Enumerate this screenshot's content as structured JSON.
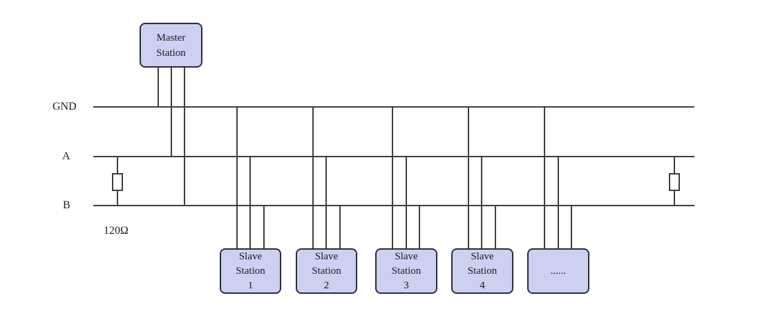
{
  "diagram": {
    "type": "bus-wiring-diagram",
    "bus_lines": [
      {
        "id": "gnd",
        "label": "GND"
      },
      {
        "id": "a",
        "label": "A"
      },
      {
        "id": "b",
        "label": "B"
      }
    ],
    "termination_resistor_label": "120Ω",
    "master_station": {
      "label": [
        "Master",
        "Station"
      ]
    },
    "slave_stations": [
      {
        "label": [
          "Slave",
          "Station",
          "1"
        ]
      },
      {
        "label": [
          "Slave",
          "Station",
          "2"
        ]
      },
      {
        "label": [
          "Slave",
          "Station",
          "3"
        ]
      },
      {
        "label": [
          "Slave",
          "Station",
          "4"
        ]
      },
      {
        "label": [
          "",
          "......",
          ""
        ]
      }
    ],
    "colors": {
      "box_fill": "#ccd1f2",
      "box_border": "#2b2b3d",
      "wire": "#3d3d3d",
      "text": "#1a1a1a"
    }
  }
}
